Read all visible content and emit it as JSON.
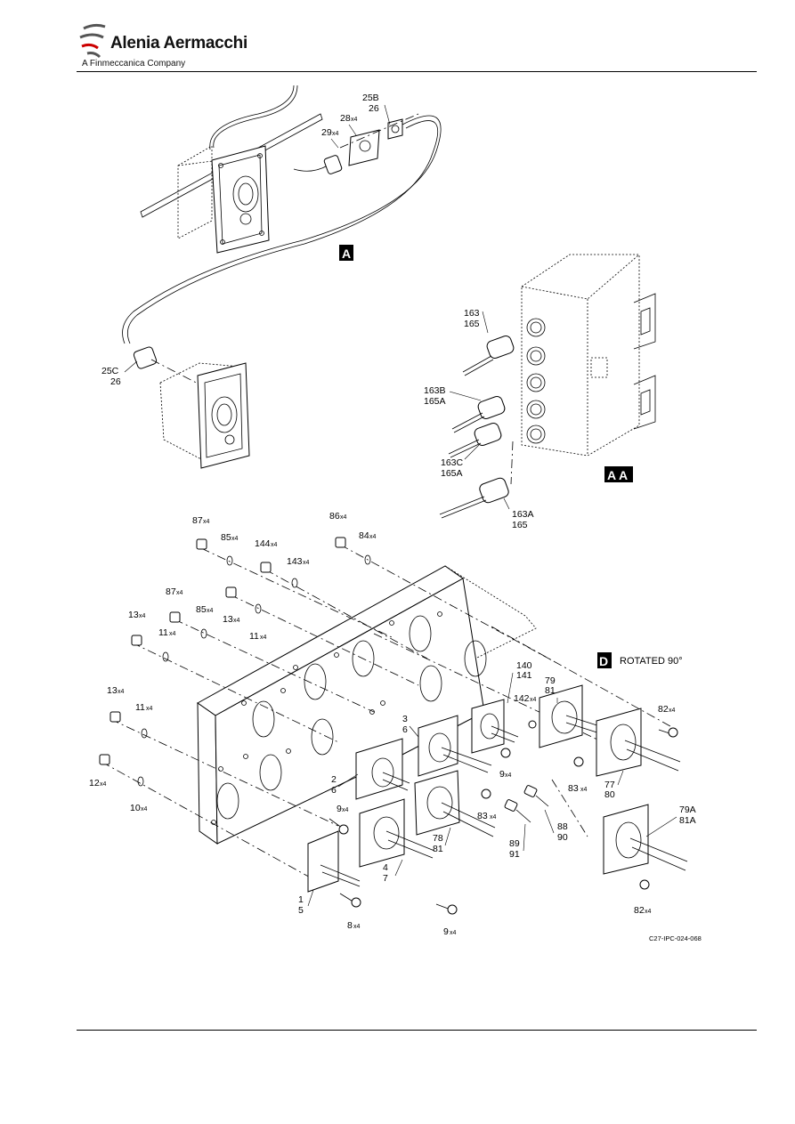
{
  "header": {
    "company": "Alenia Aermacchi",
    "subtitle": "A Finmeccanica Company"
  },
  "views": {
    "a": "A",
    "aa": "A A",
    "d": "D",
    "d_note": "ROTATED 90°"
  },
  "labels": {
    "l25b": "25B",
    "l26a": "26",
    "l28": "28",
    "l28q": "x4",
    "l29": "29",
    "l29q": "x4",
    "l25c": "25C",
    "l26b": "26",
    "l163": "163",
    "l165": "165",
    "l163b": "163B",
    "l165a1": "165A",
    "l163c": "163C",
    "l165a2": "165A",
    "l163a": "163A",
    "l165b": "165",
    "l87a": "87",
    "q87a": "x4",
    "l85a": "85",
    "q85a": "x4",
    "l144": "144",
    "q144": "x4",
    "l143": "143",
    "q143": "x4",
    "l86": "86",
    "q86": "x4",
    "l84": "84",
    "q84": "x4",
    "l87b": "87",
    "q87b": "x4",
    "l85b": "85",
    "q85b": "x4",
    "l13a": "13",
    "q13a": "x4",
    "l13b": "13",
    "q13b": "x4",
    "l11a": "11",
    "q11a": "x4",
    "l11b": "11",
    "q11b": "x4",
    "l13c": "13",
    "q13c": "x4",
    "l11c": "11",
    "q11c": "x4",
    "l12": "12",
    "q12": "x4",
    "l10": "10",
    "q10": "x4",
    "l140": "140",
    "l141": "141",
    "l79": "79",
    "l81a": "81",
    "l142": "142",
    "q142": "x4",
    "l82a": "82",
    "q82a": "x4",
    "l3": "3",
    "l6a": "6",
    "l2": "2",
    "l6b": "6",
    "l9a": "9",
    "q9a": "x4",
    "l9b": "9",
    "q9b": "x4",
    "l83a": "83",
    "q83a": "x4",
    "l83b": "83",
    "q83b": "x4",
    "l77": "77",
    "l80": "80",
    "l78": "78",
    "l81b": "81",
    "l88": "88",
    "l90": "90",
    "l89": "89",
    "l91": "91",
    "l79a": "79A",
    "l81c": "81A",
    "l4": "4",
    "l7": "7",
    "l1": "1",
    "l5": "5",
    "l8": "8",
    "q8": "x4",
    "l9c": "9",
    "q9c": "x4",
    "l82b": "82",
    "q82b": "x4"
  },
  "figure_ref": "C27-IPC-024-068"
}
